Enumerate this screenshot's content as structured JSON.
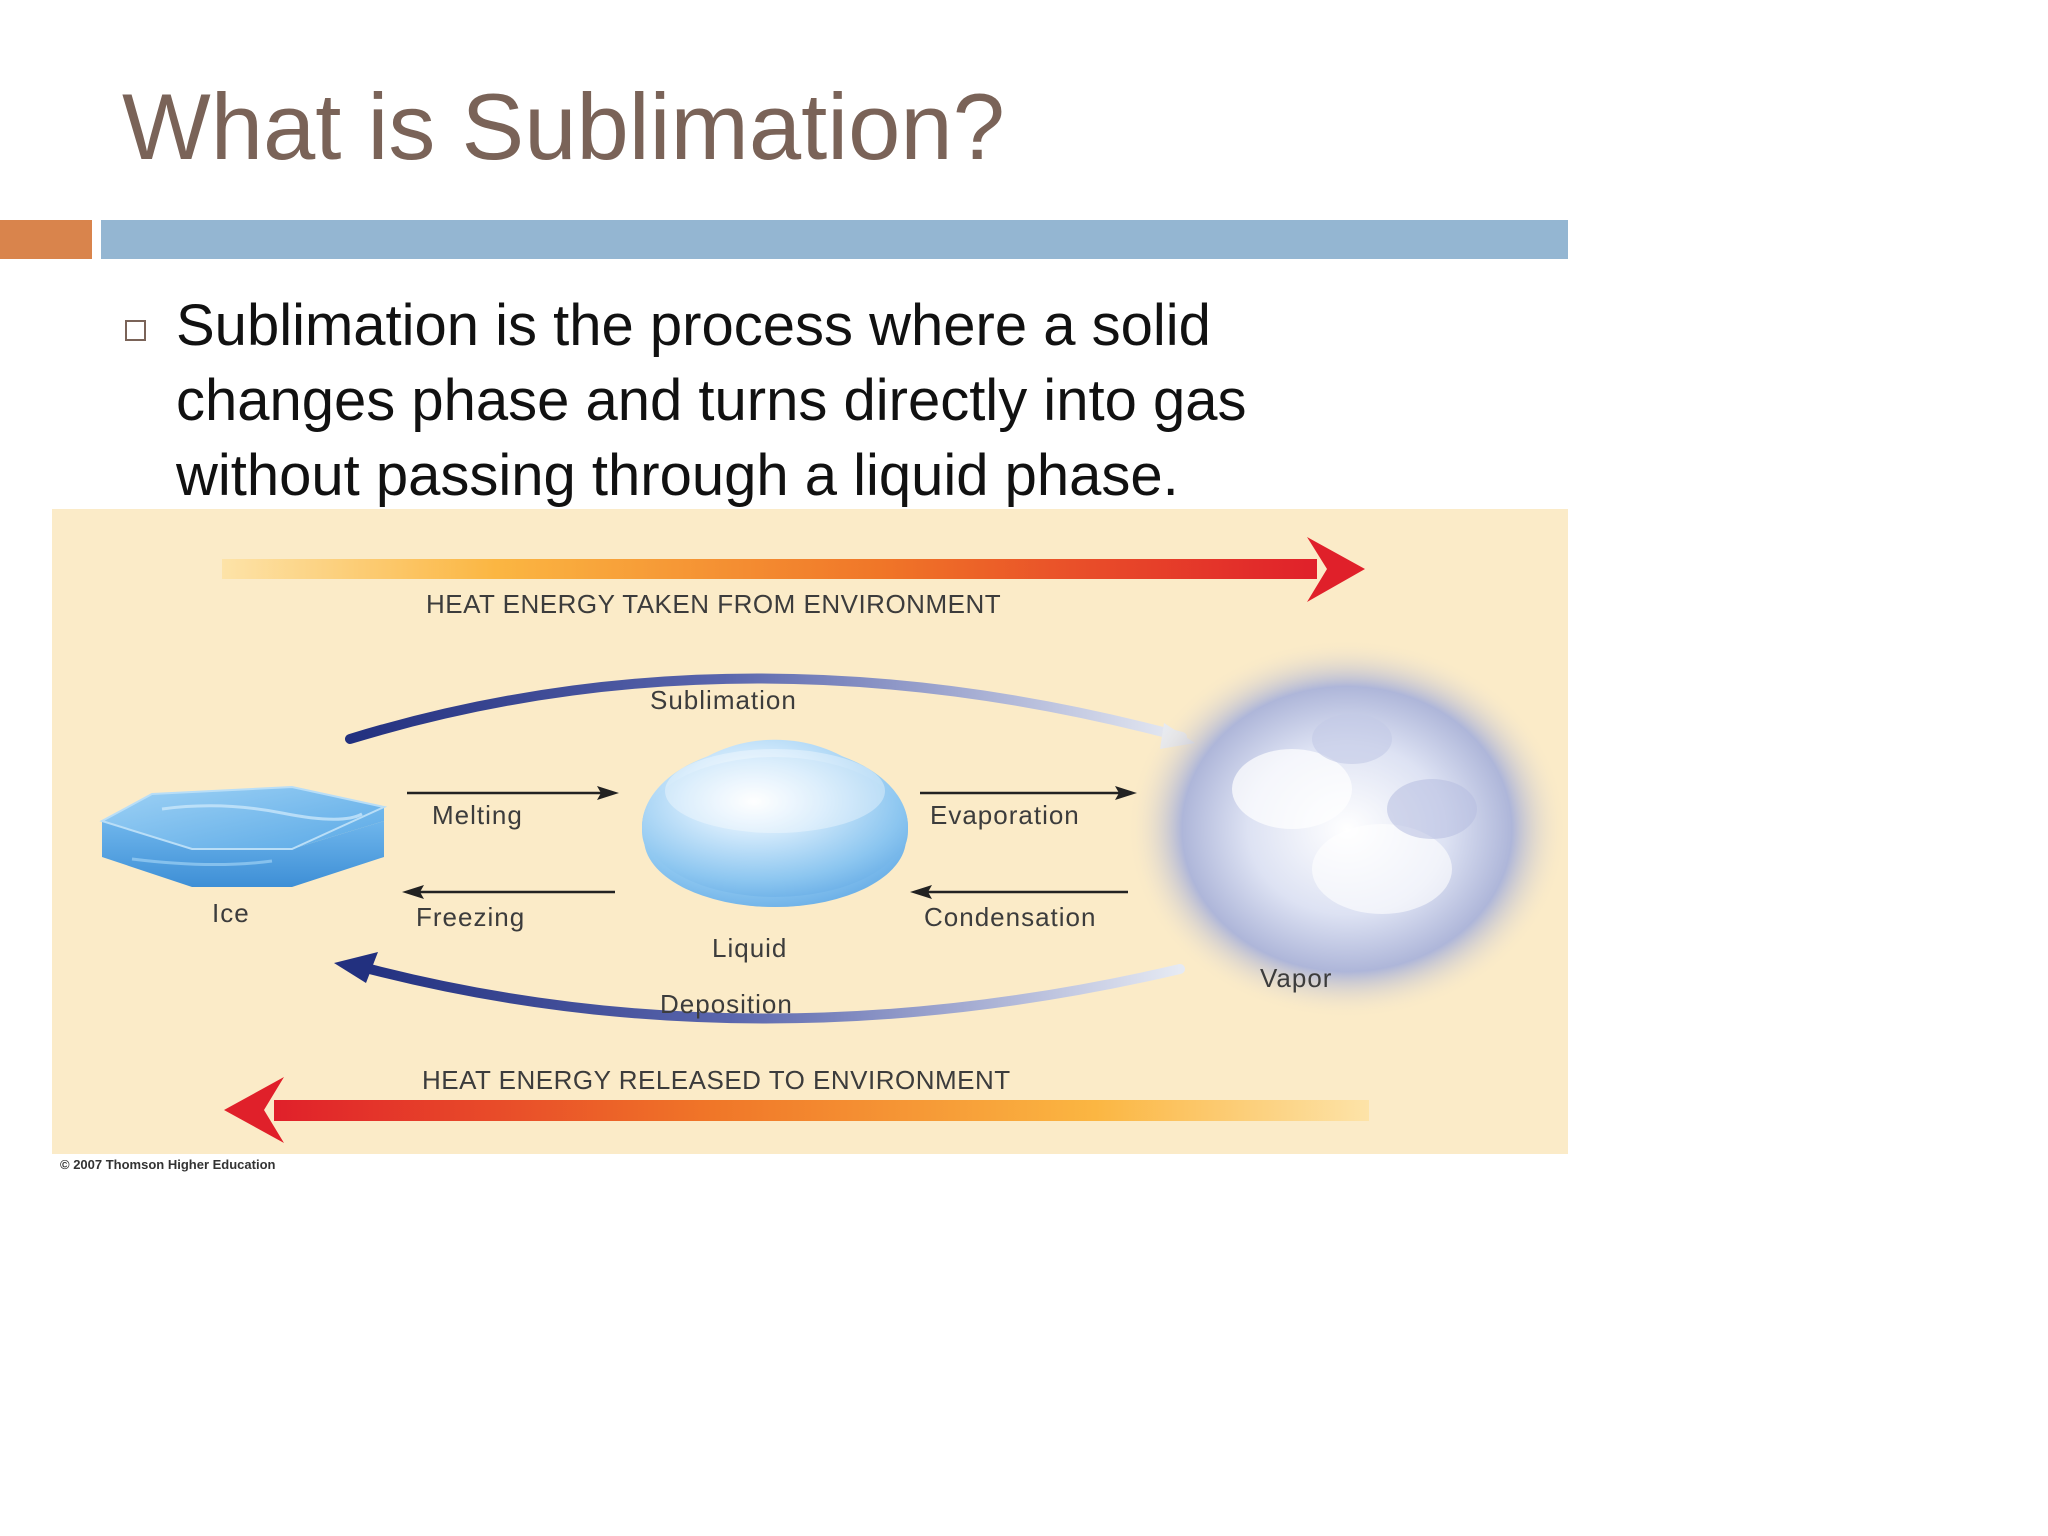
{
  "slide": {
    "title": "What is Sublimation?",
    "bullet_lines": [
      "Sublimation is the process where a solid",
      "changes phase and turns directly into gas",
      "without passing through a liquid phase."
    ]
  },
  "diagram": {
    "top_arrow_label": "HEAT ENERGY TAKEN FROM ENVIRONMENT",
    "bottom_arrow_label": "HEAT ENERGY RELEASED TO ENVIRONMENT",
    "processes": {
      "sublimation": "Sublimation",
      "deposition": "Deposition",
      "melting": "Melting",
      "freezing": "Freezing",
      "evaporation": "Evaporation",
      "condensation": "Condensation"
    },
    "states": {
      "ice": "Ice",
      "liquid": "Liquid",
      "vapor": "Vapor"
    },
    "credit": "© 2007 Thomson Higher Education"
  },
  "colors": {
    "title": "#7a6358",
    "accent_orange": "#d9844c",
    "accent_blue": "#94b6d2",
    "figure_background": "#fbebc8",
    "heat_arrow_start": "#fbb642",
    "heat_arrow_end": "#e0202a",
    "cycle_arrow": "#2a3a8c"
  }
}
